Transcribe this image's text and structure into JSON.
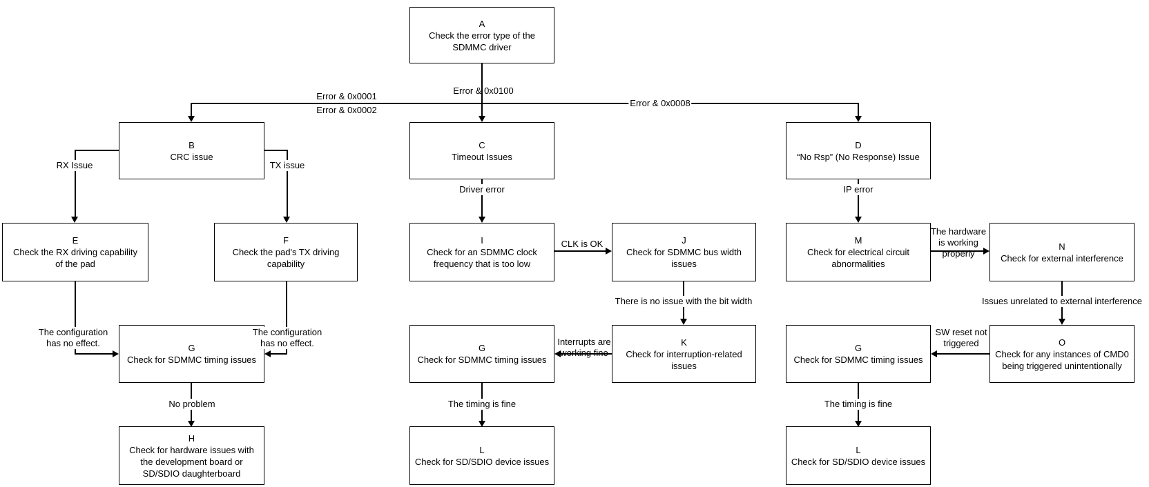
{
  "diagram": {
    "kind": "flowchart",
    "colors": {
      "background": "#ffffff",
      "box_fill": "#ffffff",
      "box_border": "#000000",
      "line": "#000000",
      "text": "#000000"
    }
  },
  "nodes": {
    "a": {
      "letter": "A",
      "text": "Check the error type of the\nSDMMC driver"
    },
    "b": {
      "letter": "B",
      "text": "CRC issue"
    },
    "c": {
      "letter": "C",
      "text": "Timeout Issues"
    },
    "d": {
      "letter": "D",
      "text": "“No Rsp” (No Response) Issue"
    },
    "e": {
      "letter": "E",
      "text": "Check the RX driving capability\nof the pad"
    },
    "f": {
      "letter": "F",
      "text": "Check the pad's TX driving\ncapability"
    },
    "g": {
      "letter": "G",
      "text": "Check for SDMMC timing issues"
    },
    "h": {
      "letter": "H",
      "text": "Check for hardware issues with\nthe development board or\nSD/SDIO daughterboard"
    },
    "i": {
      "letter": "I",
      "text": "Check for an SDMMC clock\nfrequency that is too low"
    },
    "j": {
      "letter": "J",
      "text": "Check for SDMMC bus width\nissues"
    },
    "k": {
      "letter": "K",
      "text": "Check for interruption-related\nissues"
    },
    "l": {
      "letter": "L",
      "text": "Check for SD/SDIO device issues"
    },
    "m": {
      "letter": "M",
      "text": "Check for electrical circuit\nabnormalities"
    },
    "n": {
      "letter": "N",
      "text": "Check for external interference"
    },
    "o": {
      "letter": "O",
      "text": "Check for any instances of CMD0\nbeing triggered unintentionally"
    }
  },
  "labels": {
    "error_0001": "Error & 0x0001",
    "error_0002": "Error & 0x0002",
    "error_0100": "Error & 0x0100",
    "error_0008": "Error & 0x0008",
    "rx_issue": "RX Issue",
    "tx_issue": "TX issue",
    "driver_error": "Driver error",
    "ip_error": "IP error",
    "clk_ok": "CLK is OK",
    "bit_width_ok": "There is no issue with the bit width",
    "interrupts_fine": "Interrupts are\nworking fine",
    "hw_working": "The hardware\nis working\nproperly",
    "ext_interference": "Issues unrelated to external interference",
    "sw_reset": "SW reset not\ntriggered",
    "config_no_effect": "The configuration\nhas no effect.",
    "no_problem": "No problem",
    "timing_fine": "The timing is fine"
  }
}
